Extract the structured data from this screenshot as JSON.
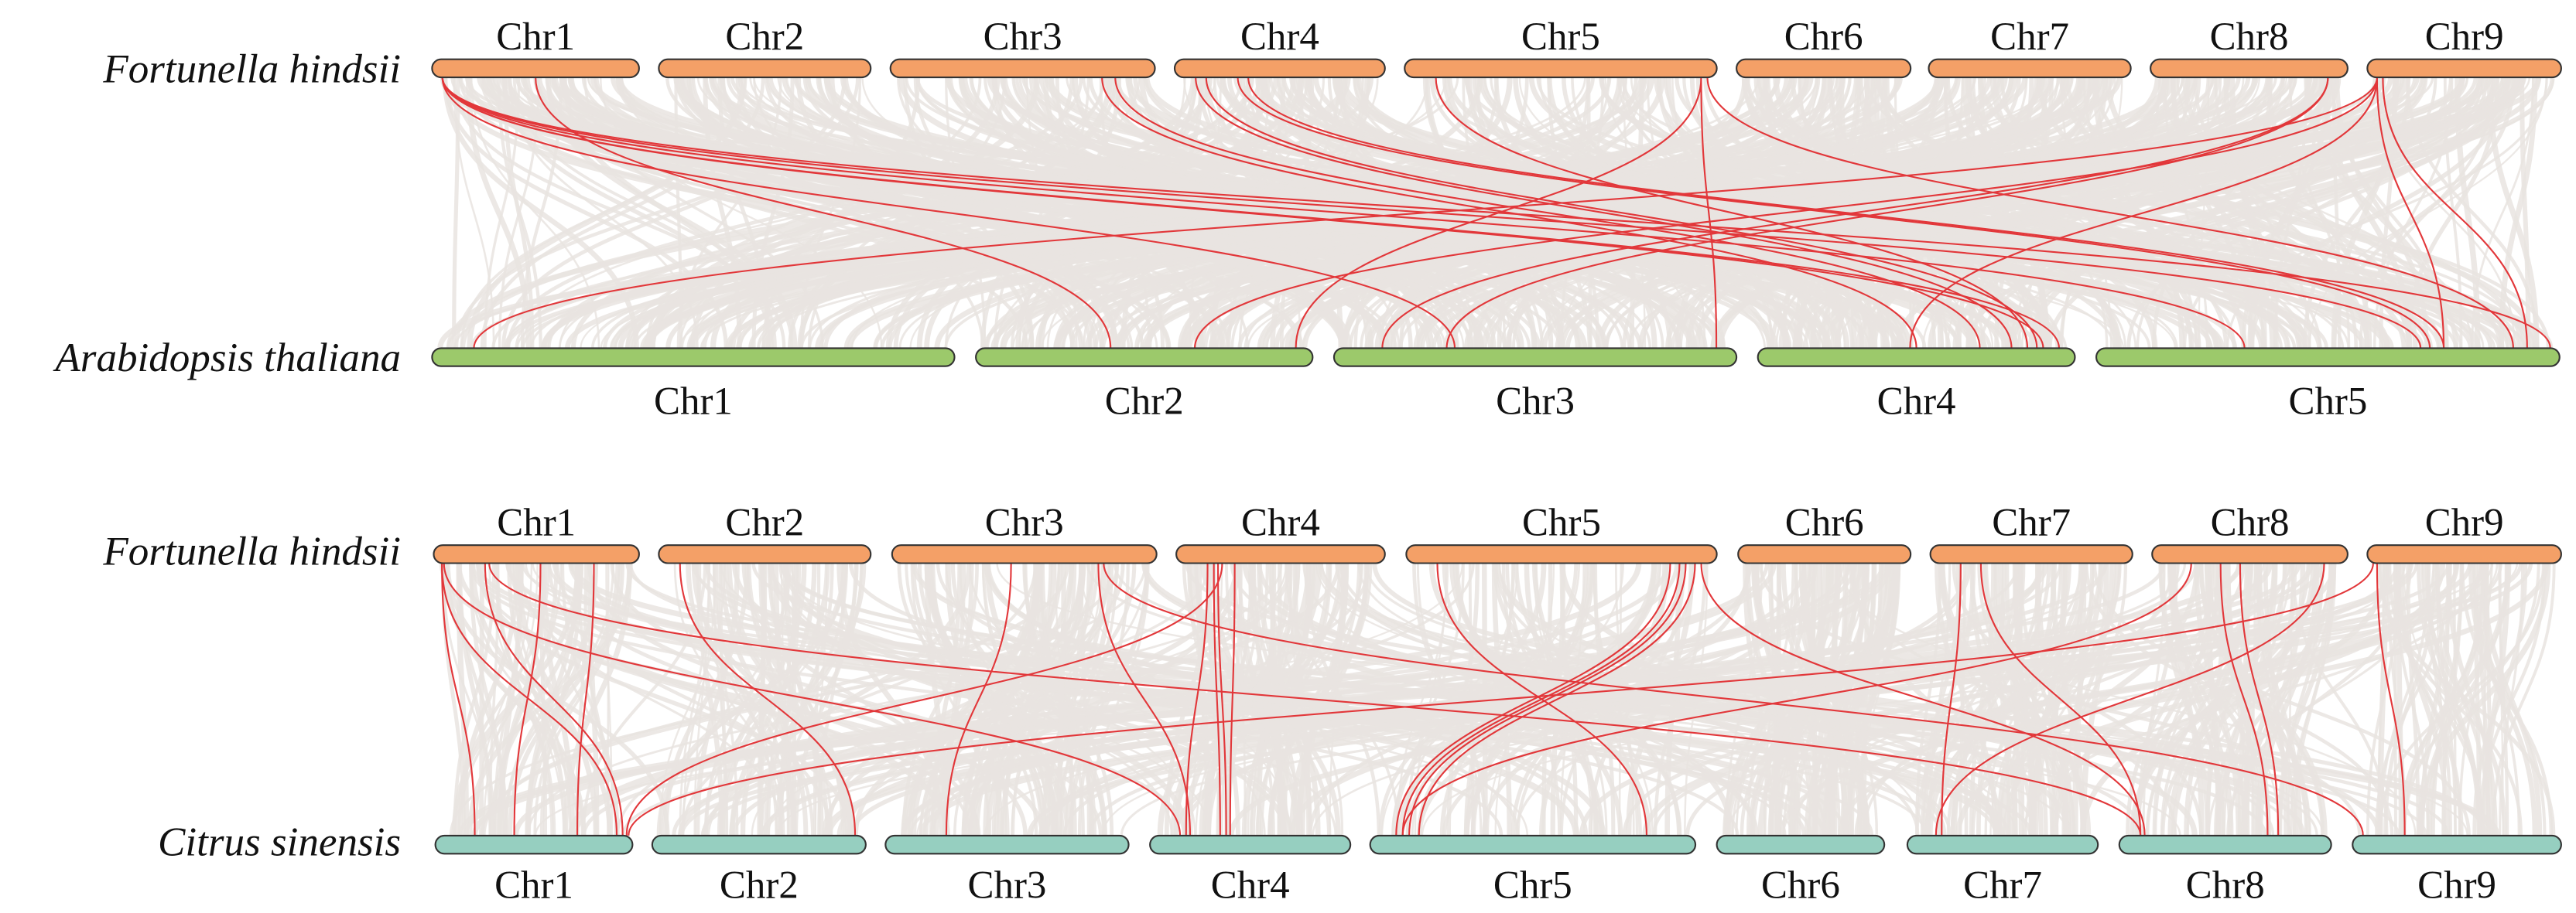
{
  "chart_data": {
    "type": "synteny",
    "colors": {
      "fortunella": "#f4a067",
      "arabidopsis": "#9cc96b",
      "citrus": "#96cfc0",
      "background_links": "#e9e4e1",
      "highlight_links": "#e2373a",
      "outline": "#333333"
    },
    "panels": [
      {
        "top": {
          "species": "Fortunella hindsii",
          "chromosomes": [
            {
              "name": "Chr1",
              "start": 263,
              "end": 389
            },
            {
              "name": "Chr2",
              "start": 401,
              "end": 530
            },
            {
              "name": "Chr3",
              "start": 542,
              "end": 703
            },
            {
              "name": "Chr4",
              "start": 715,
              "end": 843
            },
            {
              "name": "Chr5",
              "start": 855,
              "end": 1045
            },
            {
              "name": "Chr6",
              "start": 1057,
              "end": 1163
            },
            {
              "name": "Chr7",
              "start": 1174,
              "end": 1297
            },
            {
              "name": "Chr8",
              "start": 1309,
              "end": 1429
            },
            {
              "name": "Chr9",
              "start": 1441,
              "end": 1559
            }
          ]
        },
        "bottom": {
          "species": "Arabidopsis thaliana",
          "chromosomes": [
            {
              "name": "Chr1",
              "start": 263,
              "end": 581
            },
            {
              "name": "Chr2",
              "start": 594,
              "end": 799
            },
            {
              "name": "Chr3",
              "start": 812,
              "end": 1057
            },
            {
              "name": "Chr4",
              "start": 1070,
              "end": 1263
            },
            {
              "name": "Chr5",
              "start": 1276,
              "end": 1558
            }
          ]
        },
        "highlight_links": [
          {
            "top": [
              "Chr1",
              0.05
            ],
            "bottom": [
              "Chr3",
              0.3
            ]
          },
          {
            "top": [
              "Chr1",
              0.05
            ],
            "bottom": [
              "Chr4",
              0.9
            ]
          },
          {
            "top": [
              "Chr1",
              0.05
            ],
            "bottom": [
              "Chr4",
              0.95
            ]
          },
          {
            "top": [
              "Chr1",
              0.05
            ],
            "bottom": [
              "Chr5",
              0.32
            ]
          },
          {
            "top": [
              "Chr1",
              0.05
            ],
            "bottom": [
              "Chr5",
              0.7
            ]
          },
          {
            "top": [
              "Chr1",
              0.05
            ],
            "bottom": [
              "Chr5",
              0.98
            ]
          },
          {
            "top": [
              "Chr1",
              0.5
            ],
            "bottom": [
              "Chr2",
              0.4
            ]
          },
          {
            "top": [
              "Chr3",
              0.8
            ],
            "bottom": [
              "Chr4",
              0.5
            ]
          },
          {
            "top": [
              "Chr3",
              0.85
            ],
            "bottom": [
              "Chr4",
              0.7
            ]
          },
          {
            "top": [
              "Chr4",
              0.1
            ],
            "bottom": [
              "Chr4",
              0.8
            ]
          },
          {
            "top": [
              "Chr4",
              0.15
            ],
            "bottom": [
              "Chr4",
              0.88
            ]
          },
          {
            "top": [
              "Chr4",
              0.3
            ],
            "bottom": [
              "Chr5",
              0.72
            ]
          },
          {
            "top": [
              "Chr4",
              0.35
            ],
            "bottom": [
              "Chr5",
              0.75
            ]
          },
          {
            "top": [
              "Chr5",
              0.1
            ],
            "bottom": [
              "Chr4",
              0.85
            ]
          },
          {
            "top": [
              "Chr5",
              0.95
            ],
            "bottom": [
              "Chr3",
              0.95
            ]
          },
          {
            "top": [
              "Chr5",
              0.95
            ],
            "bottom": [
              "Chr2",
              0.95
            ]
          },
          {
            "top": [
              "Chr5",
              0.97
            ],
            "bottom": [
              "Chr5",
              0.9
            ]
          },
          {
            "top": [
              "Chr8",
              0.9
            ],
            "bottom": [
              "Chr3",
              0.12
            ]
          },
          {
            "top": [
              "Chr8",
              0.9
            ],
            "bottom": [
              "Chr3",
              0.28
            ]
          },
          {
            "top": [
              "Chr9",
              0.05
            ],
            "bottom": [
              "Chr1",
              0.08
            ]
          },
          {
            "top": [
              "Chr9",
              0.05
            ],
            "bottom": [
              "Chr2",
              0.65
            ]
          },
          {
            "top": [
              "Chr9",
              0.05
            ],
            "bottom": [
              "Chr4",
              0.48
            ]
          },
          {
            "top": [
              "Chr9",
              0.05
            ],
            "bottom": [
              "Chr5",
              0.75
            ]
          },
          {
            "top": [
              "Chr9",
              0.08
            ],
            "bottom": [
              "Chr5",
              0.93
            ]
          }
        ]
      },
      {
        "top": {
          "species": "Fortunella hindsii",
          "chromosomes": [
            {
              "name": "Chr1",
              "start": 264,
              "end": 389
            },
            {
              "name": "Chr2",
              "start": 401,
              "end": 530
            },
            {
              "name": "Chr3",
              "start": 543,
              "end": 704
            },
            {
              "name": "Chr4",
              "start": 716,
              "end": 843
            },
            {
              "name": "Chr5",
              "start": 856,
              "end": 1045
            },
            {
              "name": "Chr6",
              "start": 1058,
              "end": 1163
            },
            {
              "name": "Chr7",
              "start": 1175,
              "end": 1298
            },
            {
              "name": "Chr8",
              "start": 1310,
              "end": 1429
            },
            {
              "name": "Chr9",
              "start": 1441,
              "end": 1559
            }
          ]
        },
        "bottom": {
          "species": "Citrus sinensis",
          "chromosomes": [
            {
              "name": "Chr1",
              "start": 265,
              "end": 385
            },
            {
              "name": "Chr2",
              "start": 397,
              "end": 527
            },
            {
              "name": "Chr3",
              "start": 539,
              "end": 687
            },
            {
              "name": "Chr4",
              "start": 700,
              "end": 822
            },
            {
              "name": "Chr5",
              "start": 834,
              "end": 1032
            },
            {
              "name": "Chr6",
              "start": 1045,
              "end": 1147
            },
            {
              "name": "Chr7",
              "start": 1161,
              "end": 1277
            },
            {
              "name": "Chr8",
              "start": 1290,
              "end": 1419
            },
            {
              "name": "Chr9",
              "start": 1432,
              "end": 1559
            }
          ]
        },
        "highlight_links": [
          {
            "top": [
              "Chr1",
              0.04
            ],
            "bottom": [
              "Chr1",
              0.2
            ]
          },
          {
            "top": [
              "Chr1",
              0.04
            ],
            "bottom": [
              "Chr1",
              0.92
            ]
          },
          {
            "top": [
              "Chr1",
              0.05
            ],
            "bottom": [
              "Chr4",
              0.15
            ]
          },
          {
            "top": [
              "Chr1",
              0.25
            ],
            "bottom": [
              "Chr1",
              0.95
            ]
          },
          {
            "top": [
              "Chr1",
              0.27
            ],
            "bottom": [
              "Chr8",
              0.1
            ]
          },
          {
            "top": [
              "Chr1",
              0.52
            ],
            "bottom": [
              "Chr1",
              0.4
            ]
          },
          {
            "top": [
              "Chr1",
              0.78
            ],
            "bottom": [
              "Chr1",
              0.72
            ]
          },
          {
            "top": [
              "Chr2",
              0.1
            ],
            "bottom": [
              "Chr2",
              0.95
            ]
          },
          {
            "top": [
              "Chr3",
              0.45
            ],
            "bottom": [
              "Chr3",
              0.25
            ]
          },
          {
            "top": [
              "Chr3",
              0.78
            ],
            "bottom": [
              "Chr4",
              0.2
            ]
          },
          {
            "top": [
              "Chr3",
              0.8
            ],
            "bottom": [
              "Chr9",
              0.05
            ]
          },
          {
            "top": [
              "Chr4",
              0.15
            ],
            "bottom": [
              "Chr4",
              0.18
            ]
          },
          {
            "top": [
              "Chr4",
              0.18
            ],
            "bottom": [
              "Chr4",
              0.35
            ]
          },
          {
            "top": [
              "Chr4",
              0.2
            ],
            "bottom": [
              "Chr4",
              0.38
            ]
          },
          {
            "top": [
              "Chr4",
              0.22
            ],
            "bottom": [
              "Chr1",
              0.97
            ]
          },
          {
            "top": [
              "Chr4",
              0.28
            ],
            "bottom": [
              "Chr4",
              0.4
            ]
          },
          {
            "top": [
              "Chr5",
              0.1
            ],
            "bottom": [
              "Chr5",
              0.85
            ]
          },
          {
            "top": [
              "Chr5",
              0.85
            ],
            "bottom": [
              "Chr5",
              0.08
            ]
          },
          {
            "top": [
              "Chr5",
              0.88
            ],
            "bottom": [
              "Chr5",
              0.1
            ]
          },
          {
            "top": [
              "Chr5",
              0.9
            ],
            "bottom": [
              "Chr5",
              0.12
            ]
          },
          {
            "top": [
              "Chr5",
              0.93
            ],
            "bottom": [
              "Chr5",
              0.15
            ]
          },
          {
            "top": [
              "Chr5",
              0.95
            ],
            "bottom": [
              "Chr8",
              0.12
            ]
          },
          {
            "top": [
              "Chr7",
              0.15
            ],
            "bottom": [
              "Chr7",
              0.18
            ]
          },
          {
            "top": [
              "Chr7",
              0.25
            ],
            "bottom": [
              "Chr8",
              0.1
            ]
          },
          {
            "top": [
              "Chr8",
              0.2
            ],
            "bottom": [
              "Chr5",
              0.1
            ]
          },
          {
            "top": [
              "Chr8",
              0.35
            ],
            "bottom": [
              "Chr8",
              0.7
            ]
          },
          {
            "top": [
              "Chr8",
              0.45
            ],
            "bottom": [
              "Chr8",
              0.75
            ]
          },
          {
            "top": [
              "Chr8",
              0.88
            ],
            "bottom": [
              "Chr7",
              0.15
            ]
          },
          {
            "top": [
              "Chr9",
              0.03
            ],
            "bottom": [
              "Chr1",
              0.98
            ]
          },
          {
            "top": [
              "Chr9",
              0.05
            ],
            "bottom": [
              "Chr9",
              0.25
            ]
          }
        ]
      }
    ]
  }
}
